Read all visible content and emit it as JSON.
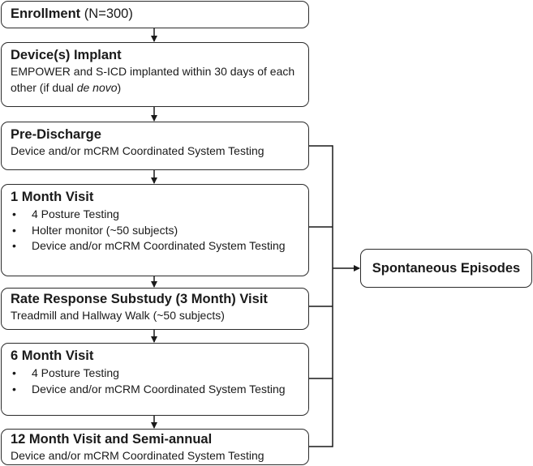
{
  "enrollment": {
    "title": "Enrollment",
    "count": "(N=300)"
  },
  "implant": {
    "title": "Device(s) Implant",
    "text_pre": "EMPOWER and S-ICD implanted within 30 days of each other (if dual ",
    "text_em": "de novo",
    "text_post": ")"
  },
  "predischarge": {
    "title": "Pre-Discharge",
    "text": "Device and/or mCRM Coordinated System Testing"
  },
  "month1": {
    "title": "1 Month Visit",
    "bullets": [
      "4 Posture Testing",
      "Holter monitor (~50 subjects)",
      "Device and/or mCRM Coordinated System Testing"
    ]
  },
  "rate": {
    "title": "Rate Response Substudy (3 Month) Visit",
    "text": "Treadmill and Hallway Walk (~50 subjects)"
  },
  "month6": {
    "title": "6 Month Visit",
    "bullets": [
      "4 Posture Testing",
      "Device and/or mCRM Coordinated System Testing"
    ]
  },
  "month12": {
    "title": "12 Month Visit and Semi-annual",
    "text": "Device and/or mCRM Coordinated System Testing"
  },
  "spontaneous": {
    "title": "Spontaneous Episodes"
  }
}
